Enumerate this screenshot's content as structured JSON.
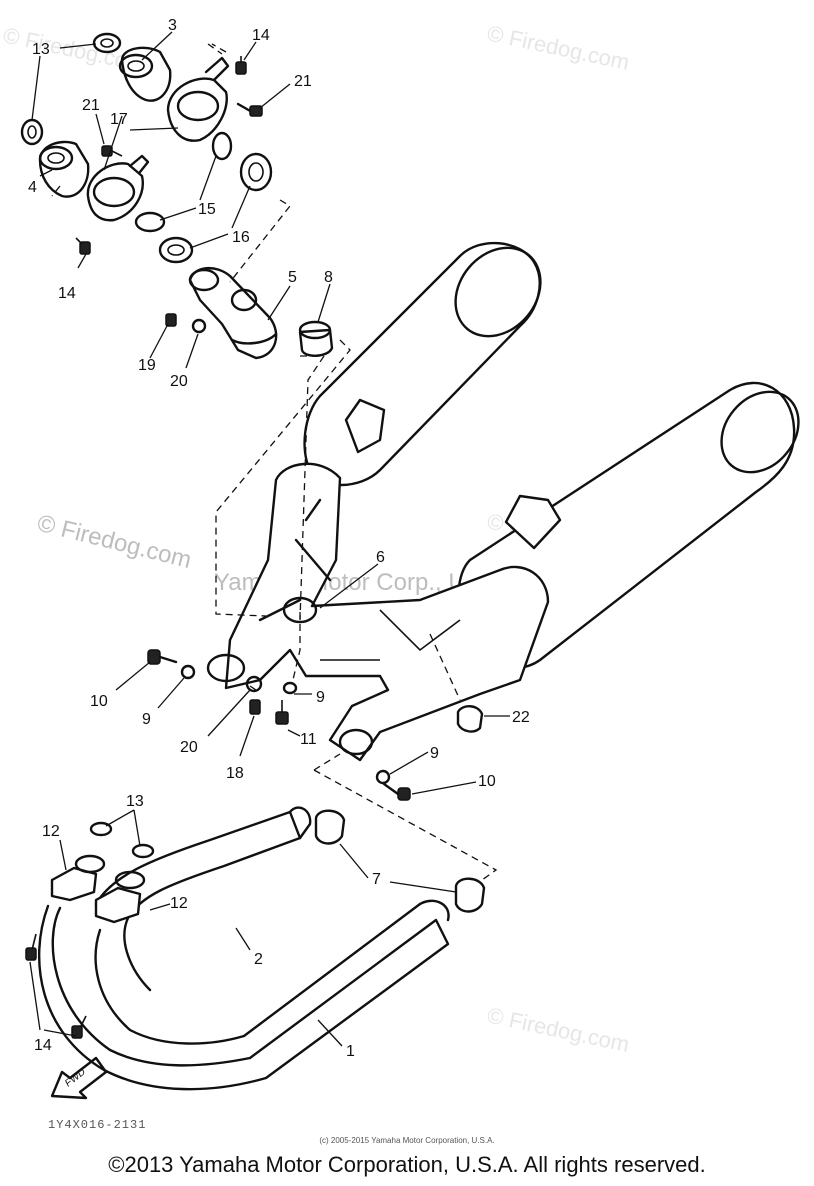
{
  "watermarks": {
    "wm1": "© Firedog.com",
    "wm2": "© Firedog.com",
    "wm3": "© Firedog.com",
    "wm4": "© Firedog.com",
    "wm5": "© Firedog.com",
    "wm6": "Yamaha Motor Corp., U.S.A."
  },
  "callouts": {
    "c1": "1",
    "c2": "2",
    "c3": "3",
    "c4": "4",
    "c5": "5",
    "c6": "6",
    "c7": "7",
    "c8": "8",
    "c9a": "9",
    "c9b": "9",
    "c9c": "9",
    "c10a": "10",
    "c10b": "10",
    "c11": "11",
    "c12a": "12",
    "c12b": "12",
    "c13a": "13",
    "c13b": "13",
    "c14a": "14",
    "c14b": "14",
    "c14c": "14",
    "c15": "15",
    "c16": "16",
    "c17": "17",
    "c18": "18",
    "c19": "19",
    "c20a": "20",
    "c20b": "20",
    "c21a": "21",
    "c21b": "21",
    "c22": "22"
  },
  "fwd_label": "FWD",
  "part_code": "1Y4X016-2131",
  "small_copyright": "(c) 2005-2015 Yamaha Motor Corporation, U.S.A.",
  "copyright": "©2013 Yamaha Motor Corporation, U.S.A. All rights reserved."
}
